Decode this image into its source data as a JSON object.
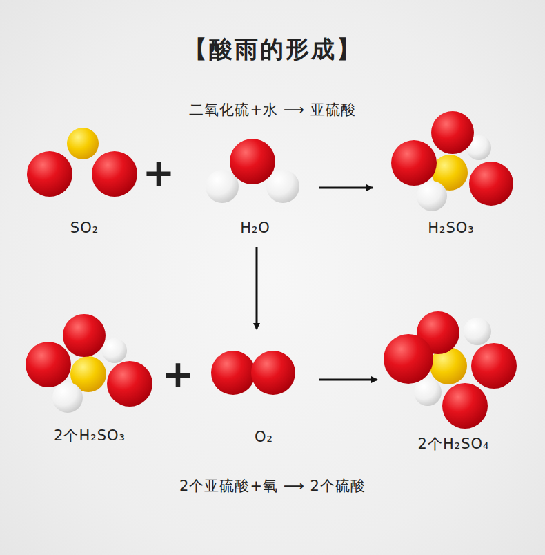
{
  "diagram": {
    "title": "【酸雨的形成】",
    "nodes": [
      {
        "text": [
          "SO₂"
        ]
      },
      {
        "text": [
          "H₂O"
        ]
      },
      {
        "text": [
          "H₂SO₃"
        ]
      },
      {
        "text": [
          "2个H₂SO₃"
        ]
      },
      {
        "text": [
          "O₂"
        ]
      },
      {
        "text": [
          "2个H₂SO₄"
        ]
      }
    ],
    "edges": [
      {
        "from": 1,
        "to": 2,
        "arrow": "to"
      },
      {
        "from": 1,
        "to": 4,
        "arrow": "to"
      },
      {
        "from": 4,
        "to": 5,
        "arrow": "to"
      }
    ],
    "labels": [
      "二氧化硫+水 ⟶ 亚硫酸",
      "+",
      "+",
      "2个亚硫酸+氧 ⟶ 2个硫酸"
    ]
  }
}
